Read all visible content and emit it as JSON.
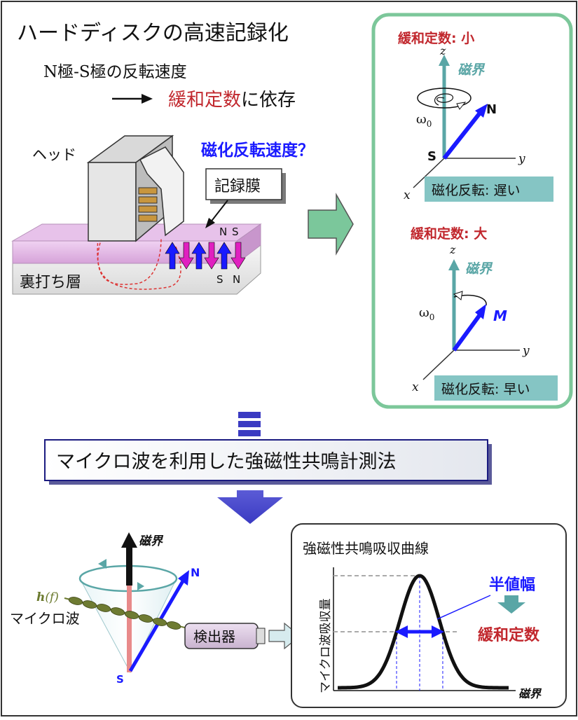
{
  "title": "ハードディスクの高速記録化",
  "reversal": {
    "poles": "N極-S極の反転速度",
    "depends_key": "緩和定数",
    "depends_rest": "に依存"
  },
  "head_label": "ヘッド",
  "question": "磁化反転速度？",
  "film_label": "記録膜",
  "underlayer_label": "裏打ち層",
  "pole_top": [
    "N",
    "S"
  ],
  "pole_bottom": [
    "S",
    "N"
  ],
  "panel_small": {
    "title": "緩和定数: 小",
    "field": "磁界",
    "omega": "ω",
    "omega_sub": "0",
    "north": "N",
    "south": "S",
    "axis_z": "z",
    "axis_y": "y",
    "axis_x": "x",
    "result": "磁化反転: 遅い"
  },
  "panel_large": {
    "title": "緩和定数: 大",
    "field": "磁界",
    "omega": "ω",
    "omega_sub": "0",
    "moment": "M",
    "axis_z": "z",
    "axis_y": "y",
    "axis_x": "x",
    "result": "磁化反転: 早い"
  },
  "method_banner": "マイクロ波を利用した強磁性共鳴計測法",
  "cone": {
    "field": "磁界",
    "north": "N",
    "south": "S",
    "h_label": "h",
    "h_arg": "(f)",
    "microwave": "マイクロ波"
  },
  "detector_label": "検出器",
  "resonance": {
    "title": "強磁性共鳴吸収曲線",
    "ylabel": "マイクロ波吸収量",
    "xlabel": "磁界",
    "fwhm_label": "半値幅",
    "result_label": "緩和定数"
  },
  "colors": {
    "accent_red": "#c1272d",
    "blue": "#1a1aff",
    "teal": "#5aa6a6",
    "panel_border": "#7cc79a",
    "magenta": "#e020c0"
  }
}
